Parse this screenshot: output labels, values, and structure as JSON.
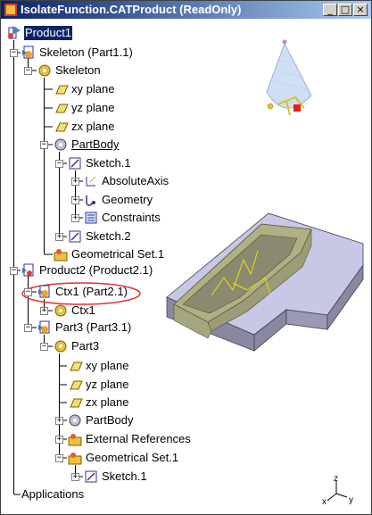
{
  "window": {
    "title": "IsolateFunction.CATProduct (ReadOnly)",
    "buttons": [
      "_",
      "□",
      "×"
    ]
  },
  "tree": {
    "product1": "Product1",
    "skeleton_part": "Skeleton (Part1.1)",
    "skeleton": "Skeleton",
    "xy_plane": "xy plane",
    "yz_plane": "yz plane",
    "zx_plane": "zx plane",
    "partbody": "PartBody",
    "sketch1": "Sketch.1",
    "absolute_axis": "AbsoluteAxis",
    "geometry": "Geometry",
    "constraints": "Constraints",
    "sketch2": "Sketch.2",
    "geoset1": "Geometrical Set.1",
    "product2": "Product2 (Product2.1)",
    "ctx1_part": "Ctx1 (Part2.1)",
    "ctx1": "Ctx1",
    "part3_inst": "Part3 (Part3.1)",
    "part3": "Part3",
    "p3_xy": "xy plane",
    "p3_yz": "yz plane",
    "p3_zx": "zx plane",
    "p3_partbody": "PartBody",
    "external_refs": "External References",
    "p3_geoset1": "Geometrical Set.1",
    "p3_sketch1": "Sketch.1",
    "applications": "Applications"
  },
  "axis_labels": {
    "z": "z",
    "x": "x",
    "y": "y"
  },
  "colors": {
    "title_start": "#0a246a",
    "title_end": "#a6caf0",
    "selection": "#0a246a",
    "block_top": "#c8c8e6",
    "slot_wall": "#b0b084",
    "highlight_ellipse": "#e03030"
  }
}
